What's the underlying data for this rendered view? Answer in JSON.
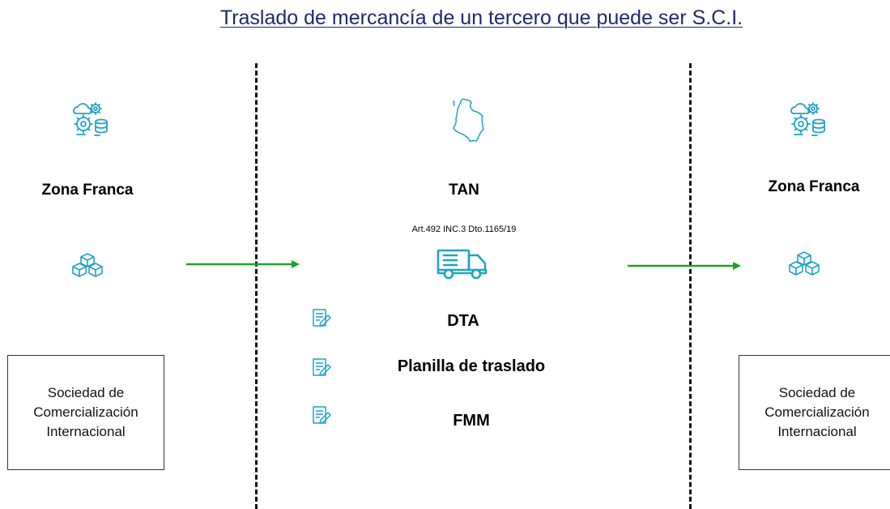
{
  "title": "Traslado de mercancía de un tercero que puede ser S.C.I.",
  "left": {
    "heading": "Zona Franca",
    "box_lines": [
      "Sociedad de",
      "Comercialización",
      "Internacional"
    ],
    "icons": [
      "cloud-gears-database-icon",
      "boxes-icon"
    ]
  },
  "middle": {
    "heading": "TAN",
    "legal_ref": "Art.492 INC.3 Dto.1165/19",
    "icons": [
      "colombia-map-icon",
      "truck-icon"
    ],
    "documents": [
      {
        "label": "DTA",
        "icon": "document-edit-icon"
      },
      {
        "label": "Planilla de traslado",
        "icon": "document-edit-icon"
      },
      {
        "label": "FMM",
        "icon": "document-edit-icon"
      }
    ]
  },
  "right": {
    "heading": "Zona Franca",
    "box_lines": [
      "Sociedad de",
      "Comercialización",
      "Internacional"
    ],
    "icons": [
      "cloud-gears-database-icon",
      "boxes-icon"
    ]
  },
  "colors": {
    "title": "#1f2a6b",
    "icon": "#1fa3c4",
    "arrow": "#22a12a",
    "divider": "#111111"
  }
}
